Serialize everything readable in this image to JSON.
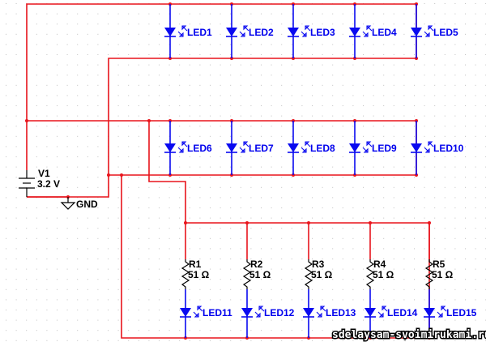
{
  "colors": {
    "wire": "#e8141c",
    "led": "#0a0af0",
    "text_led": "#0000ee",
    "text_component": "#000000",
    "grid_dot": "#c0c0c0"
  },
  "source": {
    "name": "V1",
    "value": "3.2 V",
    "icon": "battery-icon"
  },
  "ground": {
    "name": "GND",
    "icon": "ground-icon"
  },
  "groups": [
    {
      "leds": [
        "LED1",
        "LED2",
        "LED3",
        "LED4",
        "LED5"
      ]
    },
    {
      "leds": [
        "LED6",
        "LED7",
        "LED8",
        "LED9",
        "LED10"
      ]
    },
    {
      "leds": [
        "LED11",
        "LED12",
        "LED13",
        "LED14",
        "LED15"
      ],
      "resistors": [
        {
          "name": "R1",
          "value": "51 Ω"
        },
        {
          "name": "R2",
          "value": "51 Ω"
        },
        {
          "name": "R3",
          "value": "51 Ω"
        },
        {
          "name": "R4",
          "value": "51 Ω"
        },
        {
          "name": "R5",
          "value": "51 Ω"
        }
      ]
    }
  ],
  "watermark": "sdelaysam-svoimirukami.ru"
}
